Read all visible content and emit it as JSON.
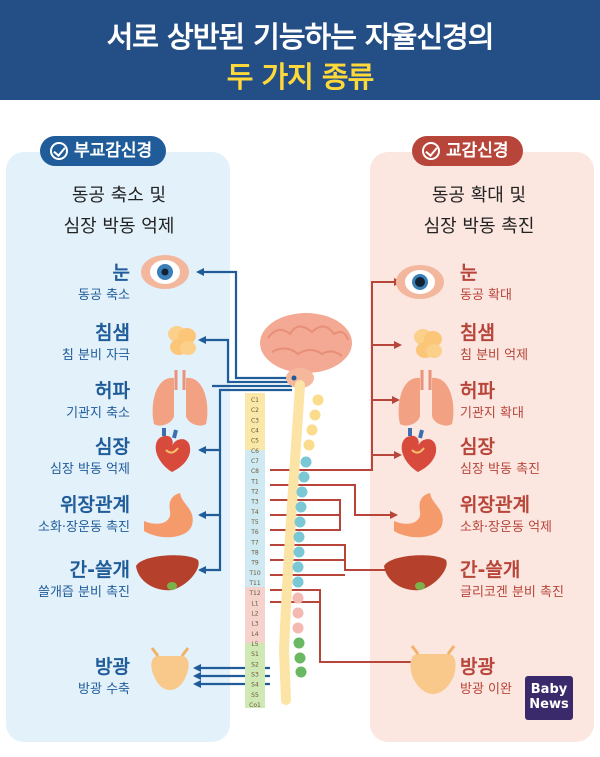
{
  "header": {
    "title_line1": "서로 상반된 기능하는 자율신경의",
    "title_line2": "두 가지 종류"
  },
  "parasympathetic": {
    "label": "부교감신경",
    "summary_line1": "동공 축소 및",
    "summary_line2": "심장 박동 억제",
    "organs": [
      {
        "name": "눈",
        "effect": "동공 축소"
      },
      {
        "name": "침샘",
        "effect": "침 분비 자극"
      },
      {
        "name": "허파",
        "effect": "기관지 축소"
      },
      {
        "name": "심장",
        "effect": "심장 박동 억제"
      },
      {
        "name": "위장관계",
        "effect": "소화·장운동 촉진"
      },
      {
        "name": "간-쓸개",
        "effect": "쓸개즙 분비 촉진"
      },
      {
        "name": "방광",
        "effect": "방광 수축"
      }
    ]
  },
  "sympathetic": {
    "label": "교감신경",
    "summary_line1": "동공 확대 및",
    "summary_line2": "심장 박동 촉진",
    "organs": [
      {
        "name": "눈",
        "effect": "동공 확대"
      },
      {
        "name": "침샘",
        "effect": "침 분비 억제"
      },
      {
        "name": "허파",
        "effect": "기관지 확대"
      },
      {
        "name": "심장",
        "effect": "심장 박동 촉진"
      },
      {
        "name": "위장관계",
        "effect": "소화·장운동 억제"
      },
      {
        "name": "간-쓸개",
        "effect": "글리코겐 분비 촉진"
      },
      {
        "name": "방광",
        "effect": "방광 이완"
      }
    ]
  },
  "spine_labels": [
    "C1",
    "C2",
    "C3",
    "C4",
    "C5",
    "C6",
    "C7",
    "C8",
    "T1",
    "T2",
    "T3",
    "T4",
    "T5",
    "T6",
    "T7",
    "T8",
    "T9",
    "T10",
    "T11",
    "T12",
    "L1",
    "L2",
    "L3",
    "L4",
    "L5",
    "S1",
    "S2",
    "S3",
    "S4",
    "S5",
    "Co1"
  ],
  "logo": {
    "line1": "Baby",
    "line2": "News"
  },
  "colors": {
    "header_bg": "#244f86",
    "title_highlight": "#ffd83a",
    "parasympathetic": "#1f5c99",
    "sympathetic": "#b8453a",
    "left_panel": "#e3f1fb",
    "right_panel": "#fbe6e0"
  }
}
